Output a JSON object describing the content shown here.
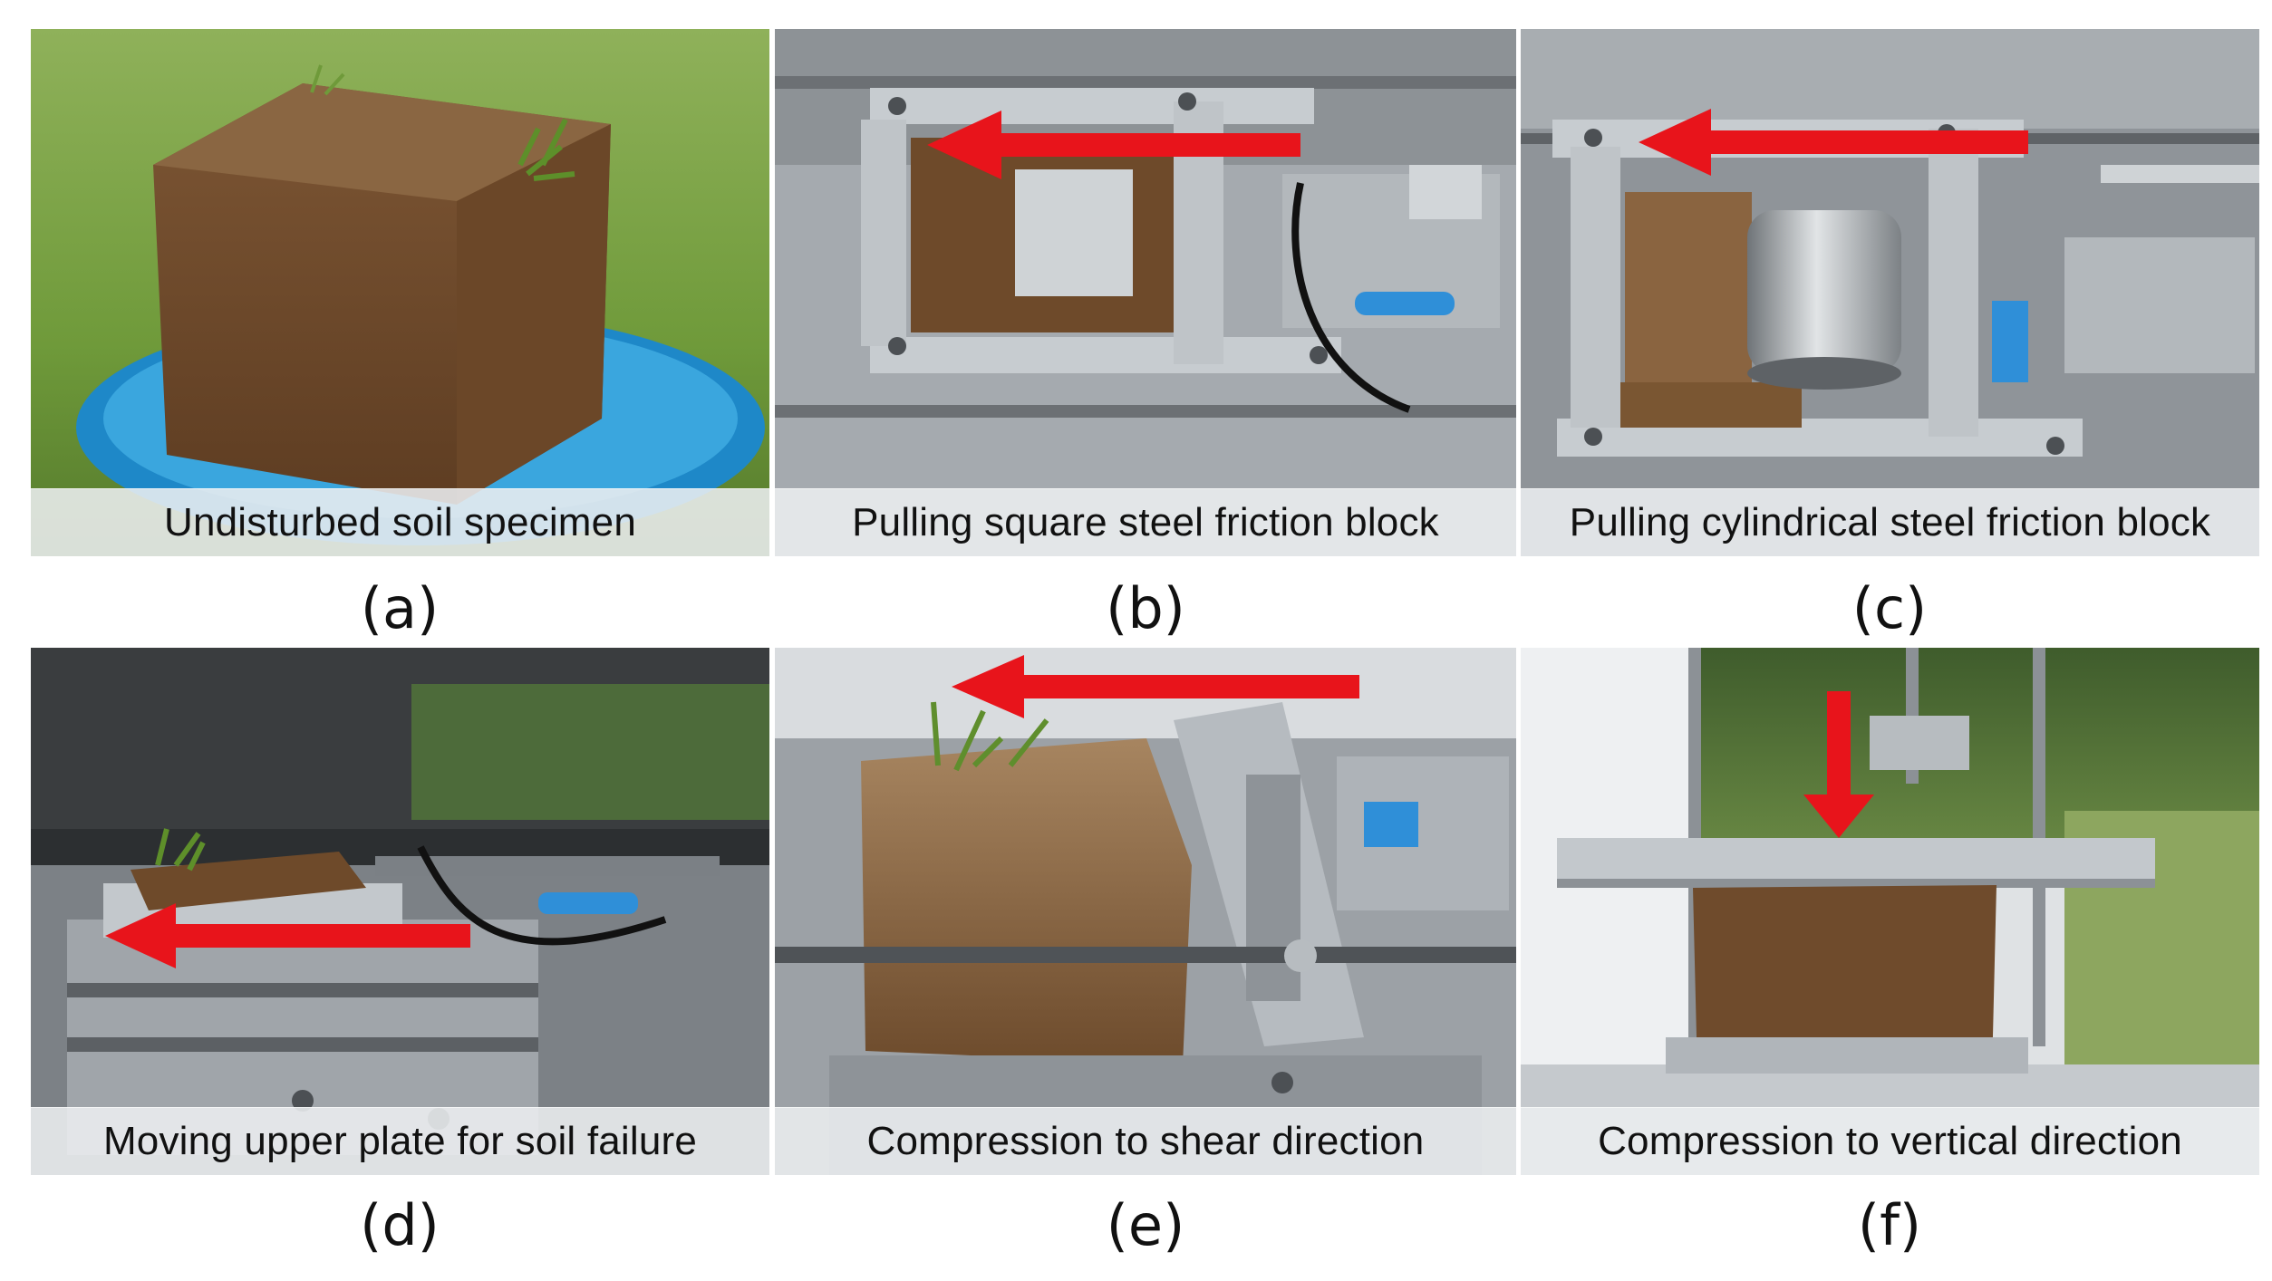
{
  "figure": {
    "panels": [
      {
        "label": "(a)",
        "caption": "Undisturbed soil specimen"
      },
      {
        "label": "(b)",
        "caption": "Pulling square steel friction block"
      },
      {
        "label": "(c)",
        "caption": "Pulling cylindrical steel friction block"
      },
      {
        "label": "(d)",
        "caption": "Moving upper plate for soil failure"
      },
      {
        "label": "(e)",
        "caption": "Compression to shear direction"
      },
      {
        "label": "(f)",
        "caption": "Compression to vertical direction"
      }
    ]
  },
  "colors": {
    "arrow": "#e8141b",
    "soil": "#7a5230",
    "grass": "#6f9a3a",
    "steel": "#b9bec3",
    "caption_bg": "#eceef0"
  },
  "icons": {
    "direction_marker": "red-arrow-icon"
  }
}
